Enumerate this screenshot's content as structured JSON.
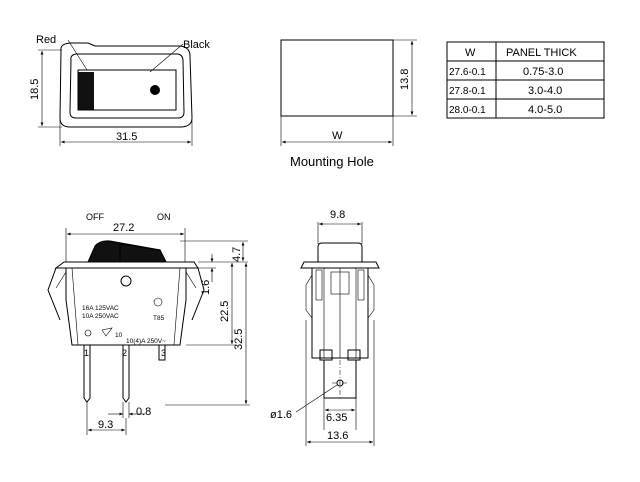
{
  "top_view": {
    "label_red": "Red",
    "label_black": "Black",
    "dim_width": "31.5",
    "dim_height": "18.5"
  },
  "mounting_hole": {
    "caption": "Mounting Hole",
    "dim_w": "W",
    "dim_h": "13.8"
  },
  "panel_table": {
    "headers": [
      "W",
      "PANEL THICK"
    ],
    "rows": [
      [
        "27.6-0.1",
        "0.75-3.0"
      ],
      [
        "27.8-0.1",
        "3.0-4.0"
      ],
      [
        "28.0-0.1",
        "4.0-5.0"
      ]
    ]
  },
  "side_view": {
    "off_label": "OFF",
    "on_label": "ON",
    "dim_top_width": "27.2",
    "dim_4_7": "4.7",
    "dim_1_6": "1.6",
    "dim_22_5": "22.5",
    "dim_32_5": "32.5",
    "dim_0_8": "0.8",
    "dim_9_3": "9.3",
    "rating_1": "16A  125VAC",
    "rating_2": "10A  250VAC",
    "rating_3": "10(4)A  250V~",
    "t85": "T85",
    "t10": "10",
    "terminal_1": "1",
    "terminal_2": "2",
    "terminal_3": "3"
  },
  "end_view": {
    "dim_9_8": "9.8",
    "dim_phi_1_6": "ø1.6",
    "dim_6_35": "6.35",
    "dim_13_6": "13.6"
  }
}
